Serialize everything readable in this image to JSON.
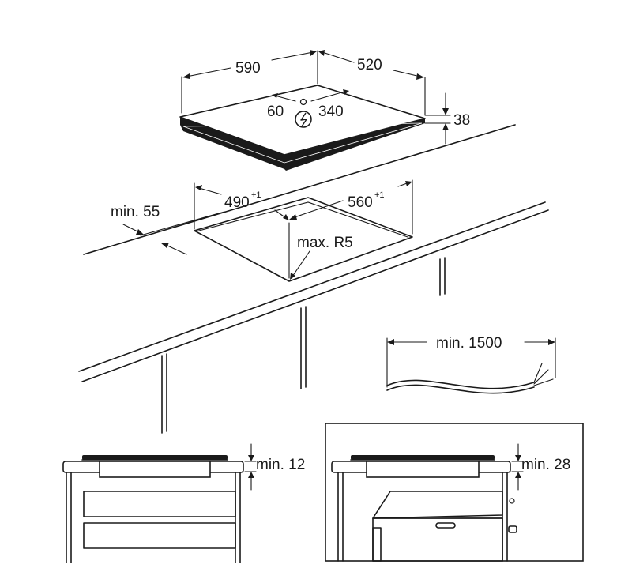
{
  "hob": {
    "width": "590",
    "depth": "520",
    "height": "38",
    "connection_offset_left": "60",
    "connection_offset_right": "340",
    "connection_icon": "electric-connection-icon"
  },
  "cutout": {
    "width": "490",
    "width_tolerance": "+1",
    "depth": "560",
    "depth_tolerance": "+1",
    "corner_radius": "max. R5",
    "front_distance": "min. 55"
  },
  "cable": {
    "length": "min. 1500"
  },
  "clearance_drawers": {
    "label": "min. 12"
  },
  "clearance_oven": {
    "label": "min. 28"
  },
  "colors": {
    "line": "#1a1a1a",
    "hob_edge": "#000000",
    "background": "#ffffff"
  }
}
